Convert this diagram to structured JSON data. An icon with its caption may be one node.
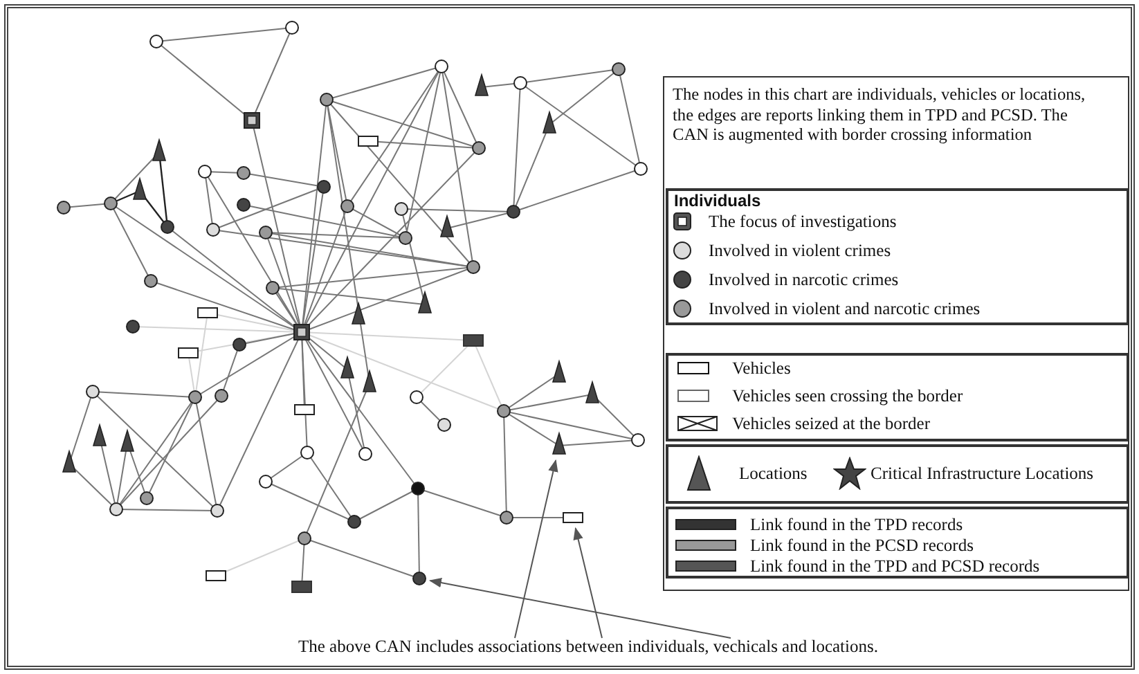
{
  "diagram": {
    "nodes": [
      {
        "text": [],
        "shape": "triangle"
      },
      {
        "text": [],
        "shape": "box"
      },
      {
        "text": [],
        "shape": "circle"
      },
      {
        "text": [
          "The above CAN includes associations between individuals, vechicals and locations."
        ]
      }
    ],
    "edges": [
      {
        "from": 3,
        "to": 2,
        "arrow": "to"
      },
      {
        "from": 3,
        "to": 1,
        "arrow": "to"
      },
      {
        "from": 3,
        "to": 0,
        "arrow": "to"
      }
    ],
    "labels": [
      "The nodes in this chart are individuals, vehicles or locations, the edges are reports linking them in TPD and PCSD. The CAN is augmented with border crossing information",
      "Individuals"
    ],
    "legend": [
      {
        "text": "The focus of investigations"
      },
      {
        "text": "Involved in violent crimes"
      },
      {
        "text": "Involved in narcotic crimes"
      },
      {
        "text": "Involved in violent and narcotic crimes"
      },
      {
        "text": "Vehicles"
      },
      {
        "text": "Vehicles seen crossing the border"
      },
      {
        "text": "Vehicles seized at the border"
      },
      {
        "text": "Locations"
      },
      {
        "text": "Critical Infrastructure Locations"
      },
      {
        "text": "Link found in the TPD records",
        "color": "#333333"
      },
      {
        "text": "Link found in the PCSD records",
        "color": "#999999"
      },
      {
        "text": "Link found in the TPD and PCSD records",
        "color": "#555555"
      }
    ]
  }
}
